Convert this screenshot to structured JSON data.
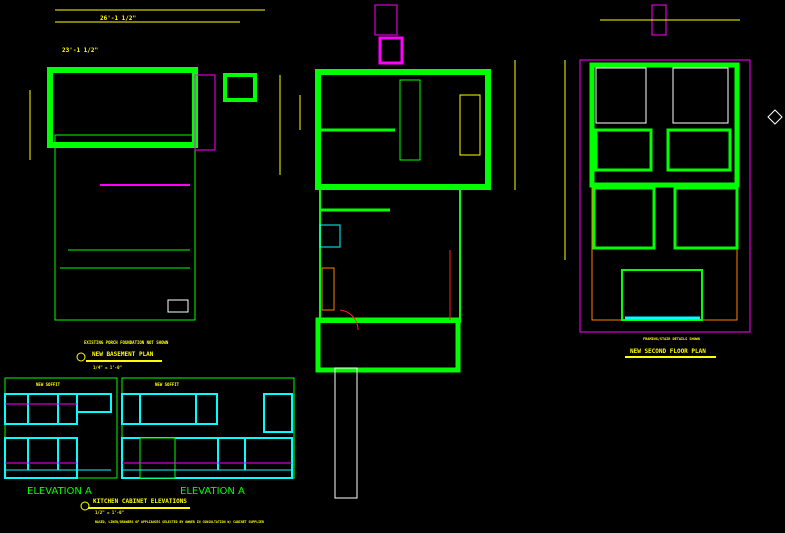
{
  "colors": {
    "background": "#000000",
    "wall": "#00ff00",
    "cabinet": "#00ffff",
    "dimension": "#ffff00",
    "outline": "#ff00ff",
    "red": "#ff2020",
    "orange": "#ff8000",
    "white": "#ffffff"
  },
  "basement": {
    "title": "NEW BASEMENT PLAN",
    "scale": "1/4\" = 1'-0\"",
    "note": "EXISTING PORCH FOUNDATION NOT SHOWN",
    "dim_top": "23'-1 1/2\"",
    "dim_sub": "26'-1 1/2\""
  },
  "elevations": {
    "left_label": "ELEVATION A",
    "right_label": "ELEVATION A",
    "soffit_left": "NEW SOFFIT",
    "soffit_right": "NEW SOFFIT"
  },
  "kitchen": {
    "title": "KITCHEN CABINET ELEVATIONS",
    "scale": "1/2\" = 1'-0\"",
    "note": "BASED, LINEN/DRAWERS OF APPLIANCES SELECTED BY OWNER IN CONSULTATION W/ CABINET SUPPLIER"
  },
  "second_floor": {
    "title": "NEW SECOND FLOOR PLAN",
    "note": "FRAMING/STAIR DETAILS SHOWN"
  }
}
